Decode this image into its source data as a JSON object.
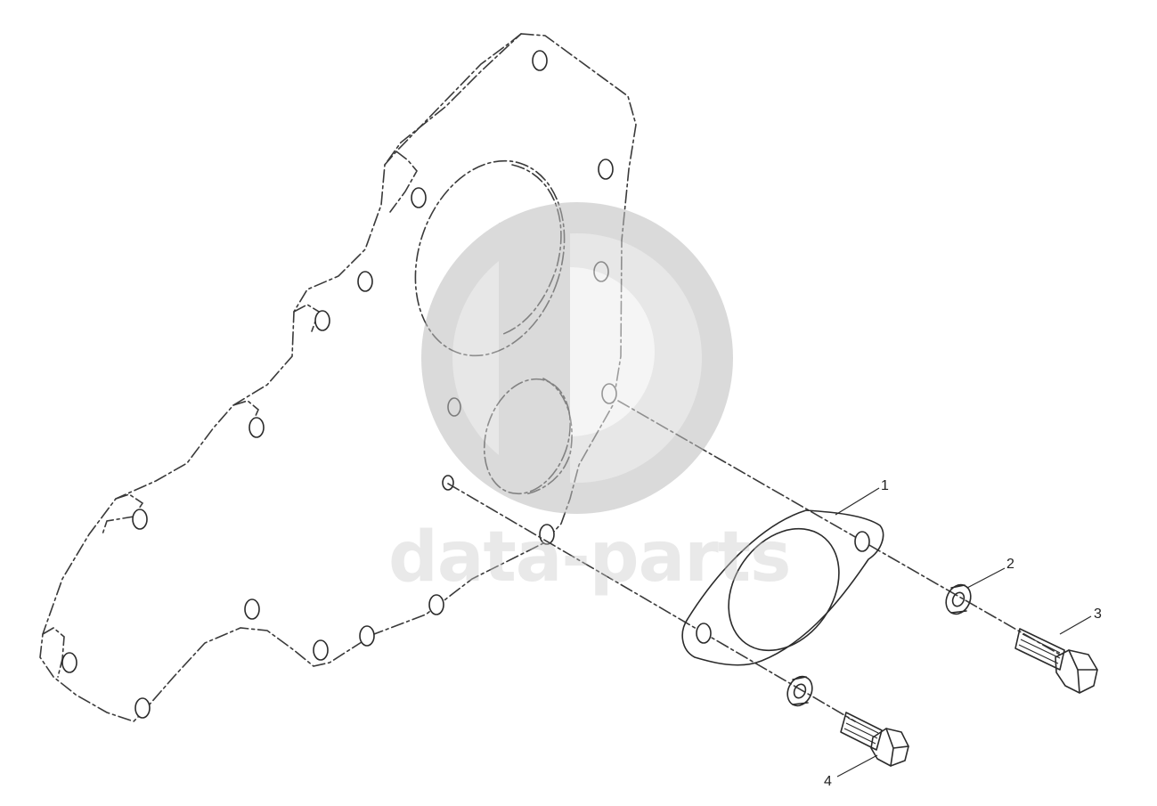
{
  "watermark": {
    "text": "data-parts",
    "logo_icon": "dp-circle-logo-icon",
    "color": "#c9c9c9"
  },
  "callouts": {
    "item_1": "1",
    "item_2": "2",
    "item_3": "3",
    "item_4": "4"
  },
  "parts": [
    {
      "name": "gear-housing-cover-plate",
      "description": "housing plate (phantom outline)"
    },
    {
      "name": "gasket",
      "callout": "1"
    },
    {
      "name": "washer",
      "callout": "2"
    },
    {
      "name": "bolt-long",
      "callout": "3"
    },
    {
      "name": "bolt-short",
      "callout": "4"
    }
  ],
  "colors": {
    "line": "#2b2b2b",
    "background": "#ffffff"
  }
}
